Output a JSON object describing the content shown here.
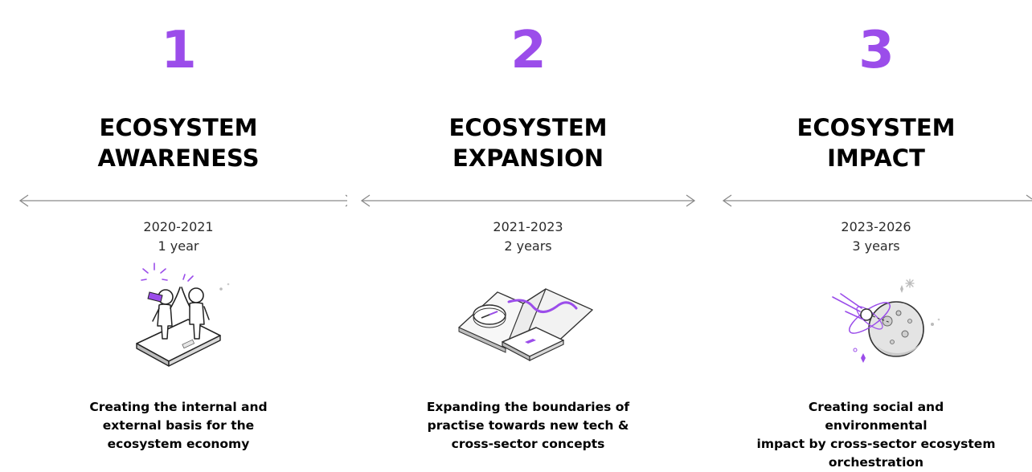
{
  "colors": {
    "accent": "#9b4dea",
    "text": "#000000",
    "line": "#8a8a8a"
  },
  "stages": [
    {
      "number": "1",
      "title_lines": [
        "ECOSYSTEM",
        "AWARENESS"
      ],
      "period": "2020-2021",
      "duration": "1 year",
      "description_lines": [
        "Creating the internal and",
        "external basis for the",
        "ecosystem economy"
      ],
      "icon": "high-five-figures-on-phone-icon"
    },
    {
      "number": "2",
      "title_lines": [
        "ECOSYSTEM",
        "EXPANSION"
      ],
      "period": "2021-2023",
      "duration": "2 years",
      "description_lines": [
        "Expanding the boundaries of",
        "practise towards new tech &",
        "cross-sector concepts"
      ],
      "icon": "map-compass-phone-icon"
    },
    {
      "number": "3",
      "title_lines": [
        "ECOSYSTEM",
        "IMPACT"
      ],
      "period": "2023-2026",
      "duration": "3 years",
      "description_lines": [
        "Creating social and environmental",
        "impact by cross-sector ecosystem",
        "orchestration"
      ],
      "icon": "comet-and-moon-icon"
    }
  ]
}
